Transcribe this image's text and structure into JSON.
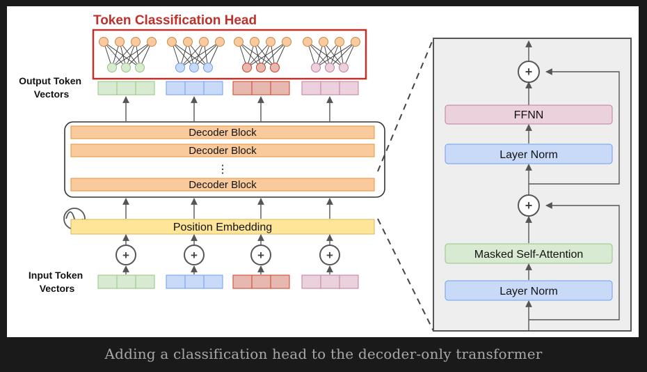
{
  "head": {
    "title": "Token Classification Head",
    "title_color": "#c0302b"
  },
  "labels": {
    "output_vectors": [
      "Output Token",
      "Vectors"
    ],
    "input_vectors": [
      "Input Token",
      "Vectors"
    ]
  },
  "decoder": {
    "blocks": [
      "Decoder Block",
      "Decoder Block",
      "Decoder Block"
    ],
    "ellipsis": "⋮",
    "block_color": "#f9cb9c"
  },
  "position_embedding": {
    "label": "Position Embedding",
    "color": "#ffe599"
  },
  "detail": {
    "ffnn": "FFNN",
    "layer_norm_top": "Layer Norm",
    "masked_attention": "Masked Self-Attention",
    "layer_norm_bottom": "Layer Norm",
    "plus": "+"
  },
  "token_colors": [
    "#d9ead3",
    "#c9daf8",
    "#e6b8af",
    "#ead1dc"
  ],
  "token_border_colors": [
    "#93c47d",
    "#6d9eeb",
    "#cc4125",
    "#c27ba0"
  ],
  "caption": "Adding a classification head to the decoder-only transformer"
}
